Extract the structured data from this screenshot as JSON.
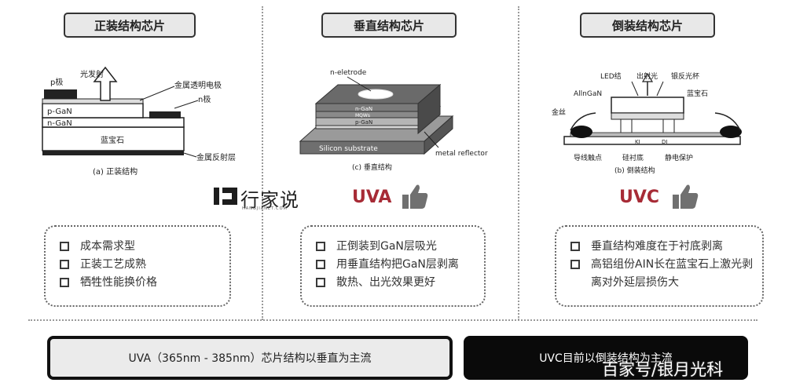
{
  "columns": [
    {
      "title": "正装结构芯片",
      "caption": "(a) 正装结构",
      "labels": {
        "light": "光发射",
        "p_electrode": "p极",
        "transparent": "金属透明电极",
        "n_electrode": "n极",
        "p_gan": "p-GaN",
        "n_gan": "n-GaN",
        "sapphire": "蓝宝石",
        "reflector": "金属反射层"
      },
      "pros": [
        "成本需求型",
        "正装工艺成熟",
        "牺牲性能换价格"
      ]
    },
    {
      "title": "垂直结构芯片",
      "caption": "(c) 垂直结构",
      "labels": {
        "n_electrode": "n-eletrode",
        "n_gan": "n-GaN",
        "mqws": "MQWs",
        "p_gan": "p-GaN",
        "substrate": "Silicon substrate",
        "reflector": "metal reflector"
      },
      "badge": "UVA",
      "pros": [
        "正倒装到GaN层吸光",
        "用垂直结构把GaN层剥离",
        "散热、出光效果更好"
      ]
    },
    {
      "title": "倒装结构芯片",
      "caption": "(b) 倒装结构",
      "labels": {
        "led": "LED结",
        "light": "出射光",
        "cup": "银反光杯",
        "algan": "AllnGaN",
        "sapphire": "蓝宝石",
        "wire": "金丝",
        "contact": "导线触点",
        "si": "硅衬底",
        "esd": "静电保护"
      },
      "badge": "UVC",
      "pros": [
        "垂直结构难度在于衬底剥离",
        "高铝组份AIN长在蓝宝石上激光剥离对外延层损伤大"
      ]
    }
  ],
  "logo": {
    "text": "行家说",
    "sub": "HANGJIANET.COM"
  },
  "bottom": {
    "left": "UVA（365nm - 385nm）芯片结构以垂直为主流",
    "right": "UVC目前以倒装结构为主流"
  },
  "watermark": "百家号/银月光科",
  "colors": {
    "accent": "#a72b36",
    "thumb": "#707070",
    "frame": "#111111"
  }
}
